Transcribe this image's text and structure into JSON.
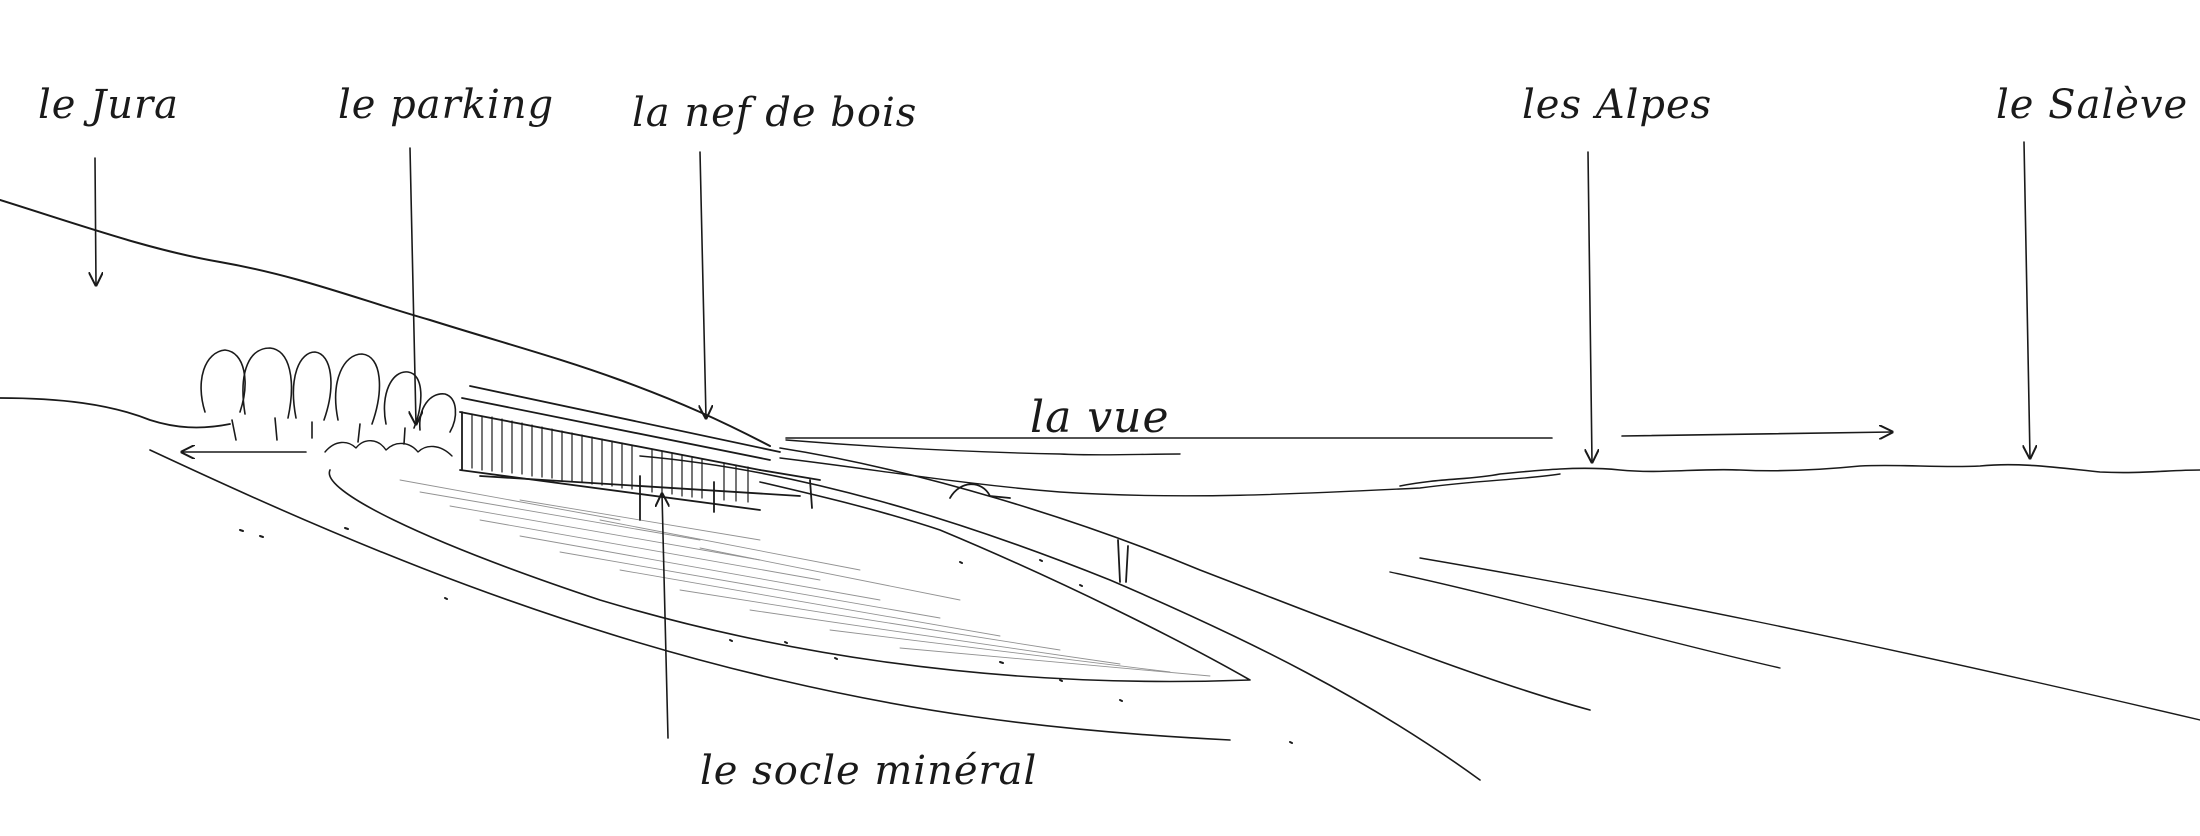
{
  "annotations": {
    "jura": "le Jura",
    "parking": "le parking",
    "nef": "la nef de bois",
    "alpes": "les Alpes",
    "saleve": "le Salève",
    "vue": "la vue",
    "socle": "le socle minéral"
  },
  "colors": {
    "ink": "#1a1a1a",
    "paper": "#ffffff",
    "shading": "#9a9a9a"
  }
}
